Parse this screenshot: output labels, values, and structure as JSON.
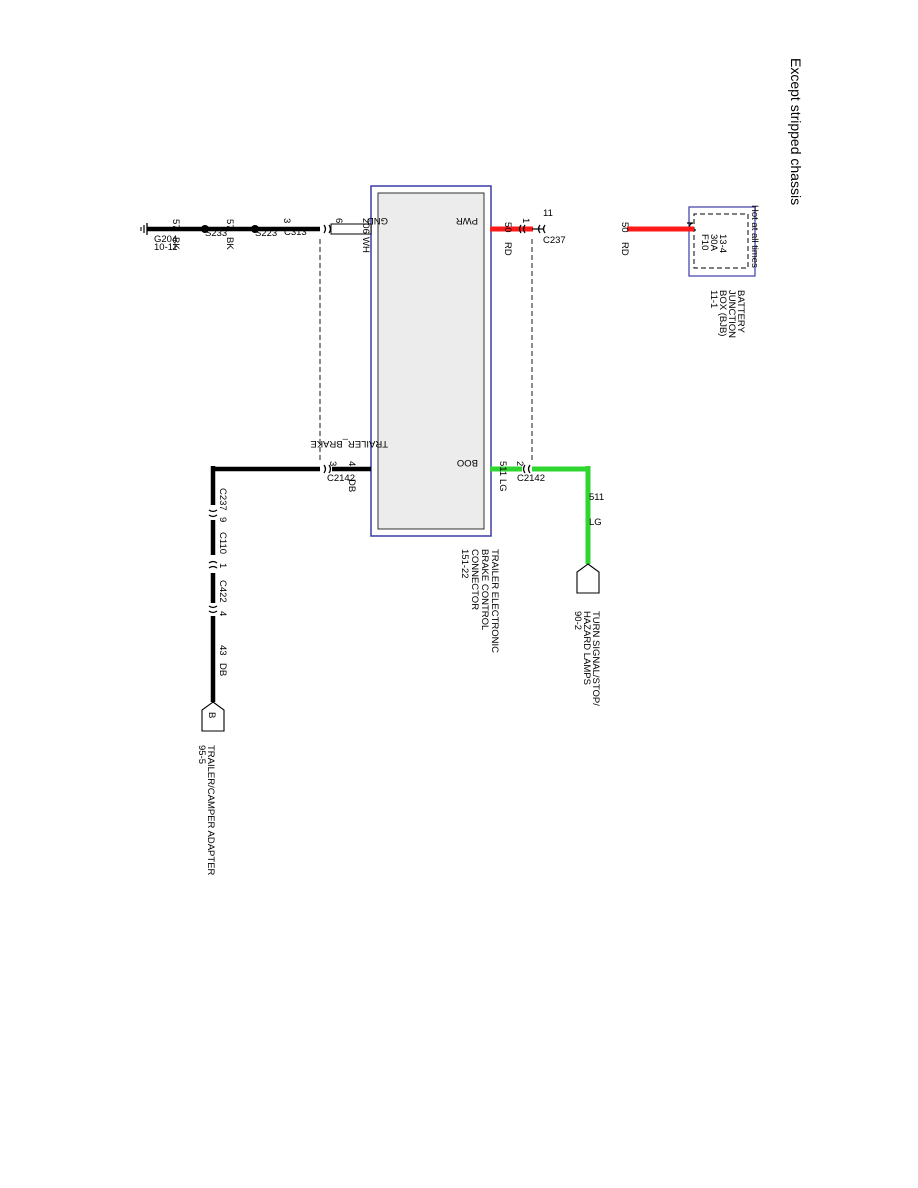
{
  "title": "Except stripped chassis",
  "bjb": {
    "hot_label": "Hot at all times",
    "fuse_name": "F10",
    "fuse_rating": "30A",
    "fuse_page": "13-4",
    "name_lines": [
      "BATTERY",
      "JUNCTION",
      "BOX (BJB)",
      "11-1"
    ]
  },
  "module": {
    "pins": {
      "pwr": "PWR",
      "gnd": "GND",
      "boo": "BOO",
      "brake": "TRAILER_BRAKE"
    },
    "name_lines": [
      "TRAILER ELECTRONIC",
      "BRAKE CONTROL",
      "CONNECTOR",
      "151-22"
    ]
  },
  "pwr_circuit": {
    "circuit_left": "50",
    "color_left": "RD",
    "pin_left": "1",
    "connector": "C237",
    "pin_right": "11",
    "circuit_right": "50",
    "color_right": "RD"
  },
  "gnd_circuit": {
    "module_circuit": "206",
    "module_color": "WH",
    "c313_pin_near": "6",
    "c313_pin_far": "3",
    "c313_label": "C313",
    "s223_label": "S223",
    "s233_label": "S233",
    "circuit_mid": "57",
    "color_mid": "BK",
    "circuit_far": "57",
    "color_far": "BK",
    "ground_name": "G204",
    "ground_page": "10-11"
  },
  "boo_circuit": {
    "circuit": "511",
    "color": "LG",
    "pin": "2",
    "connector": "C2142",
    "down_circuit": "511",
    "down_color": "LG",
    "dest_lines": [
      "TURN SIGNAL/STOP/",
      "HAZARD LAMPS",
      "90-2"
    ]
  },
  "brake_circuit": {
    "circuit": "43",
    "color": "DB",
    "pin": "3",
    "connector": "C2142",
    "c237_label": "C237",
    "c237_pin": "9",
    "c110_label": "C110",
    "c110_pin": "1",
    "c422_label": "C422",
    "c422_pin": "4",
    "down_circuit": "43",
    "down_color": "DB",
    "dest_tag": "B",
    "dest_lines": [
      "TRAILER/CAMPER ADAPTER",
      "95-5"
    ]
  },
  "colors": {
    "wire_red": "#ff1a1a",
    "wire_green": "#2fd62f",
    "module_border": "#3b3ba8",
    "module_fill": "#ececec"
  }
}
